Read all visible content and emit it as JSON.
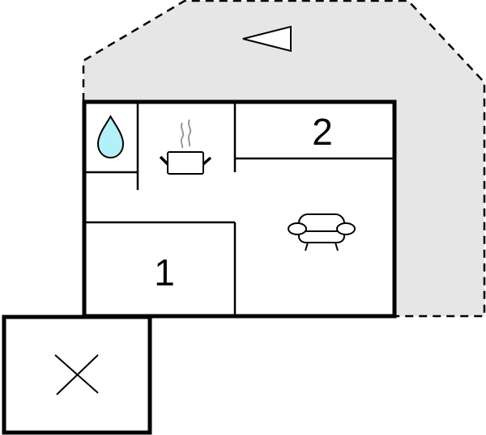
{
  "floor_plan": {
    "colors": {
      "terrace_fill": "#e6e6e6",
      "wall": "#000000",
      "room_fill": "#ffffff",
      "water_drop": "#b3f0f7",
      "steam": "#999999"
    },
    "rooms": [
      {
        "id": "room-1",
        "label": "1"
      },
      {
        "id": "room-2",
        "label": "2"
      }
    ],
    "icons": [
      {
        "name": "water-drop-icon",
        "meaning": "bathroom"
      },
      {
        "name": "cooking-pot-icon",
        "meaning": "kitchen"
      },
      {
        "name": "sofa-icon",
        "meaning": "living room"
      },
      {
        "name": "north-arrow-icon",
        "meaning": "orientation"
      },
      {
        "name": "cross-icon",
        "meaning": "annex"
      }
    ]
  }
}
